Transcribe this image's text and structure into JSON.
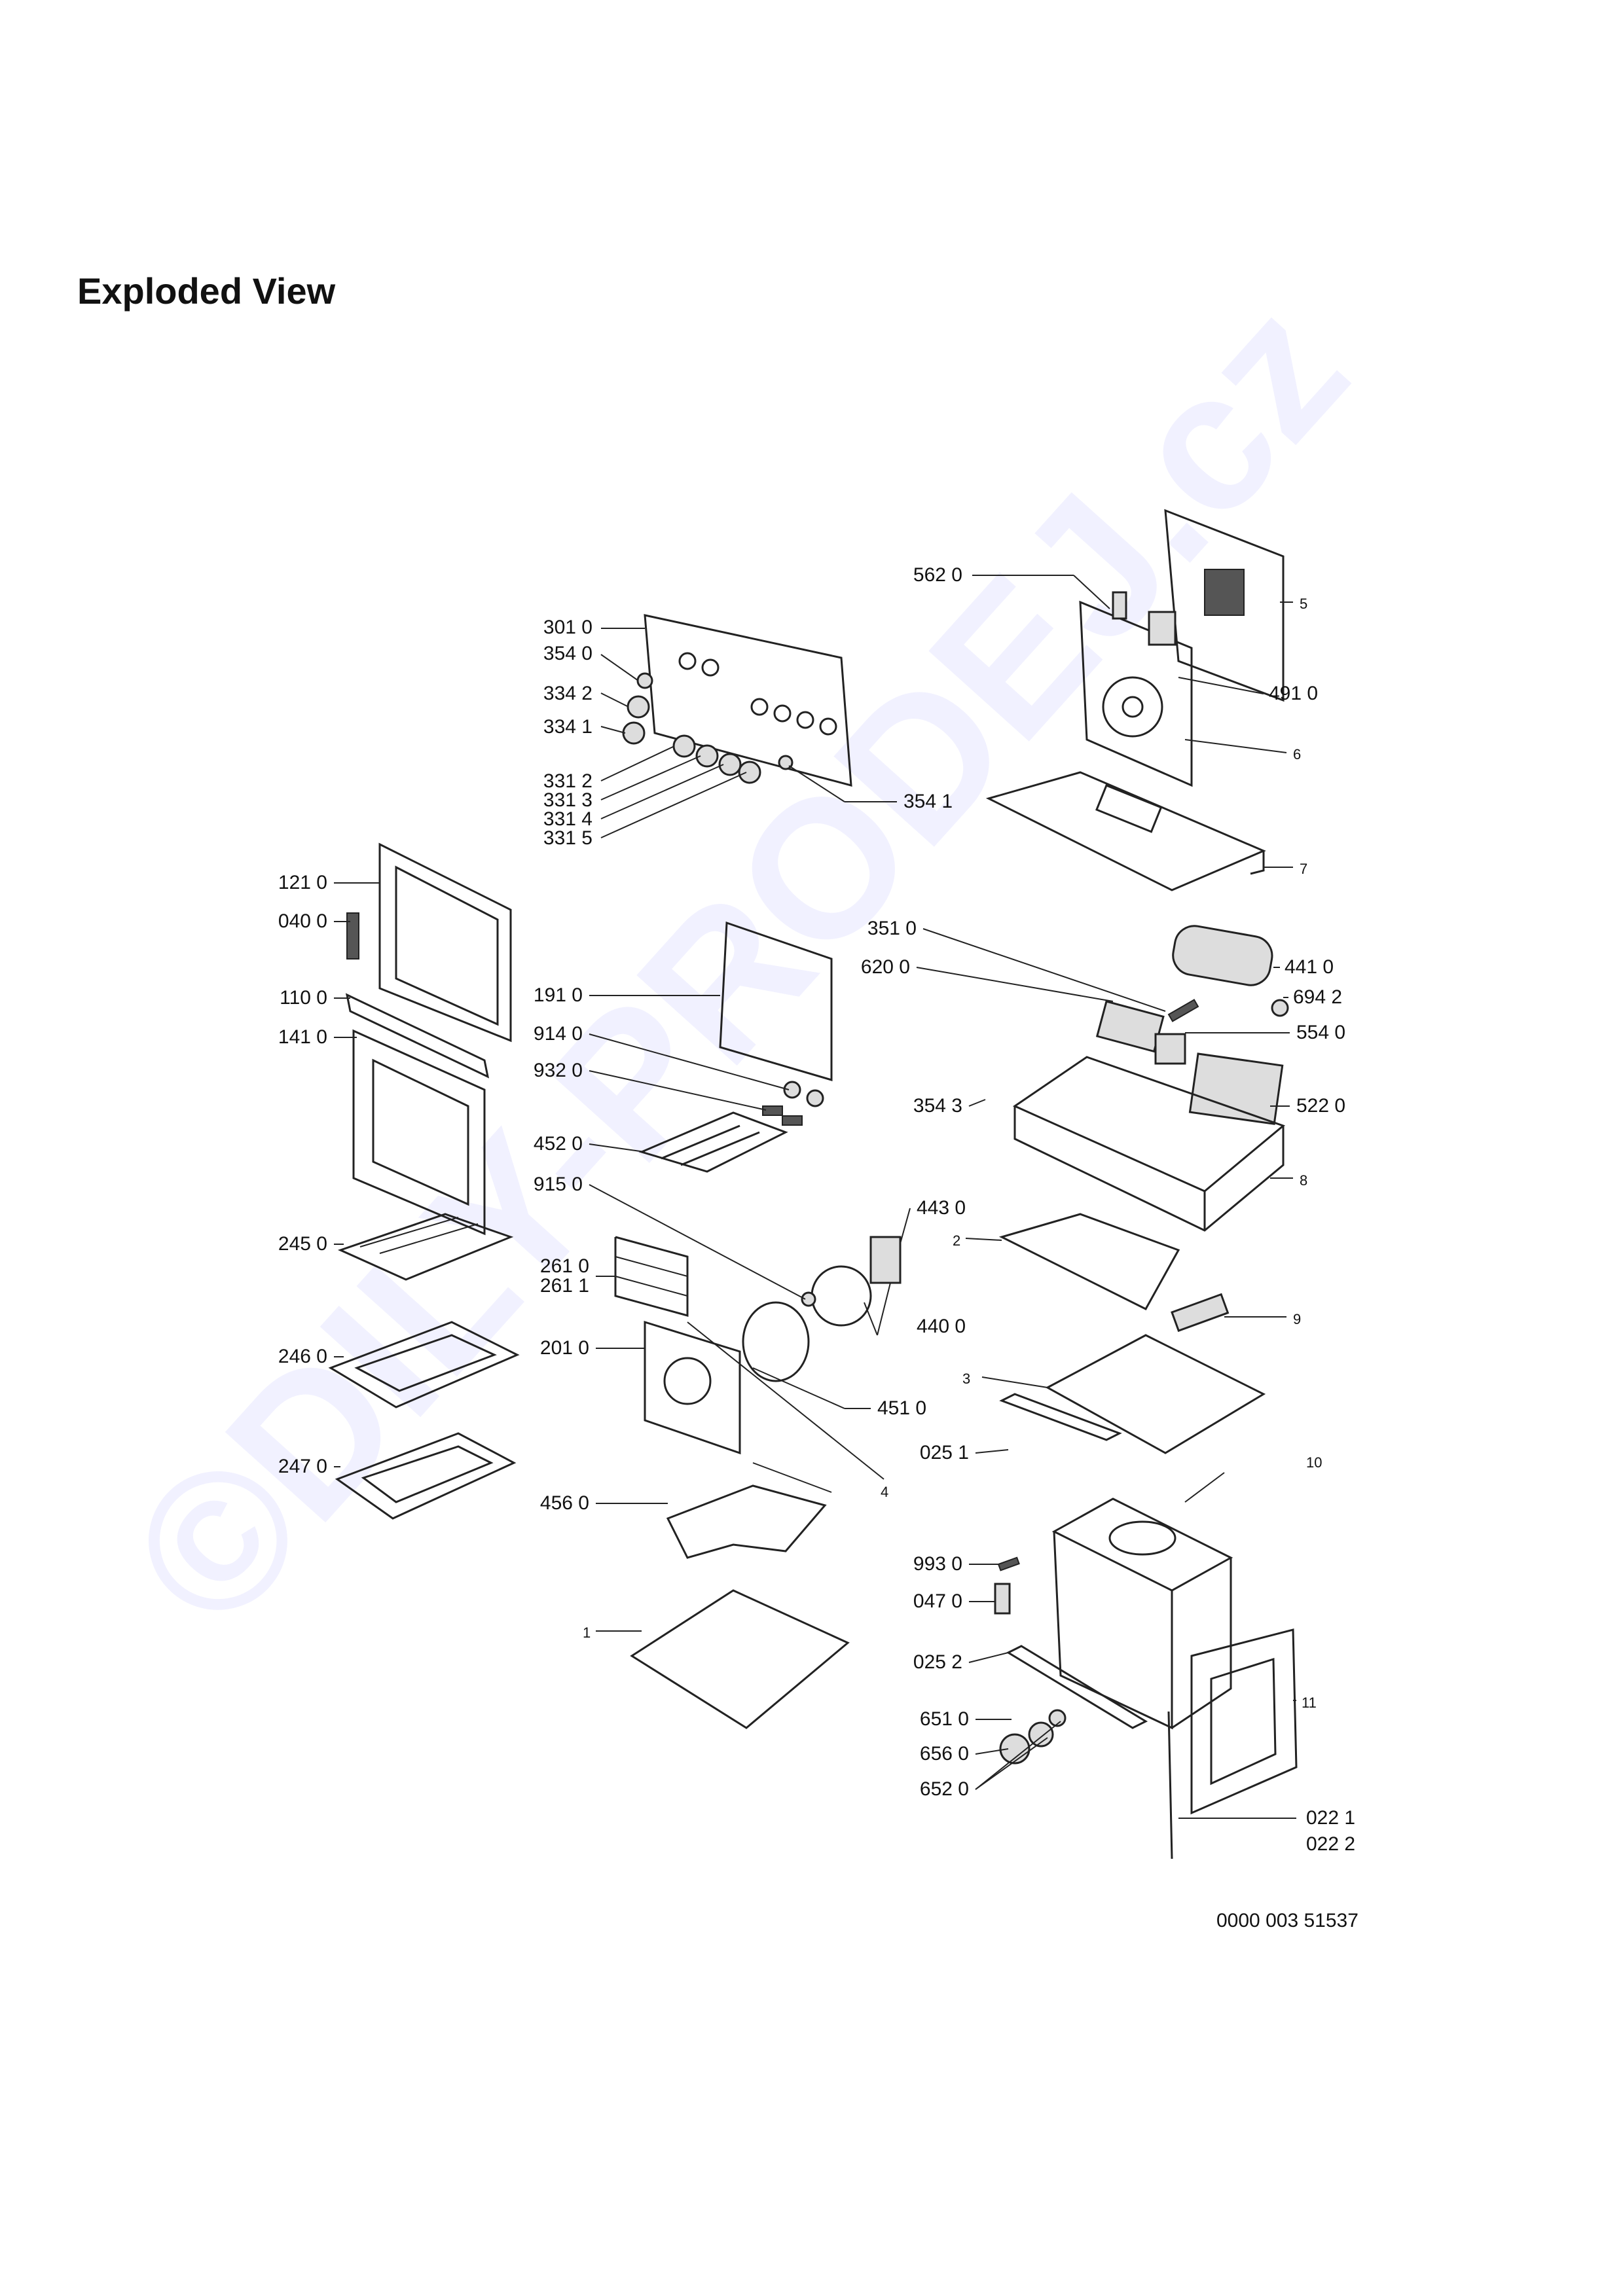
{
  "title": "Exploded View",
  "document_number": "0000 003 51537",
  "watermark": "©DILY-PRODEJ.cz",
  "labels": {
    "l5620": "562 0",
    "l3010": "301 0",
    "l3540": "354 0",
    "l3342": "334 2",
    "l3341": "334 1",
    "l3312": "331 2",
    "l3313": "331 3",
    "l3314": "331 4",
    "l3315": "331 5",
    "l3541": "354 1",
    "l5": "5",
    "l4910": "491 0",
    "l6": "6",
    "l7": "7",
    "l1210": "121 0",
    "l0400": "040 0",
    "l1100": "110 0",
    "l1410": "141 0",
    "l1910": "191 0",
    "l9140": "914 0",
    "l9320": "932 0",
    "l4520": "452 0",
    "l9150": "915 0",
    "l3510": "351 0",
    "l6200": "620 0",
    "l4410": "441 0",
    "l6942": "694 2",
    "l5540": "554 0",
    "l5220": "522 0",
    "l3543": "354 3",
    "l8": "8",
    "l2450": "245 0",
    "l2610": "261 0",
    "l2611": "261 1",
    "l4430": "443 0",
    "l2": "2",
    "l4400": "440 0",
    "l9": "9",
    "l2010": "201 0",
    "l2460": "246 0",
    "l3": "3",
    "l4510": "451 0",
    "l0251": "025 1",
    "l2470": "247 0",
    "l4": "4",
    "l10": "10",
    "l4560": "456 0",
    "l9930": "993 0",
    "l0470": "047 0",
    "l1": "1",
    "l0252": "025 2",
    "l11": "11",
    "l6510": "651 0",
    "l6560": "656 0",
    "l6520": "652 0",
    "l0221": "022 1",
    "l0222": "022 2"
  }
}
